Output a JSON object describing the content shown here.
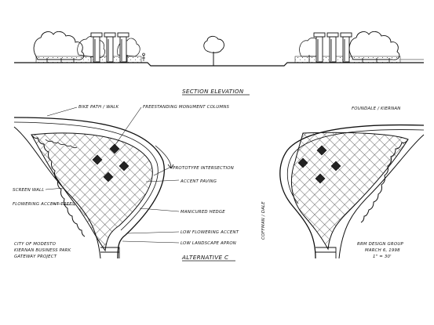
{
  "drawing": {
    "section_title": "SECTION ELEVATION",
    "alternative_title": "ALTERNATIVE C",
    "labels": {
      "bike_path": "BIKE PATH / WALK",
      "freestanding_columns": "FREESTANDING MONUMENT COLUMNS",
      "prototype_intersection": "PROTOTYPE INTERSECTION",
      "accent_paving": "ACCENT PAVING",
      "screen_wall": "SCREEN WALL",
      "flowering_trees": "FLOWERING ACCENT TREES",
      "manicured_hedge": "MANICURED HEDGE",
      "low_flowering": "LOW FLOWERING ACCENT",
      "low_landscape": "LOW LANDSCAPE APRON",
      "street_ne": "FOUNDALE / KIERNAN",
      "street_vertical": "COFFMAN / DALE"
    },
    "project_block": {
      "line1": "CITY OF MODESTO",
      "line2": "KIERNAN BUSINESS PARK",
      "line3": "GATEWAY PROJECT"
    },
    "firm_block": {
      "line1": "RRM DESIGN GROUP",
      "line2": "MARCH 6, 1998",
      "line3": "1\" = 30'"
    }
  }
}
